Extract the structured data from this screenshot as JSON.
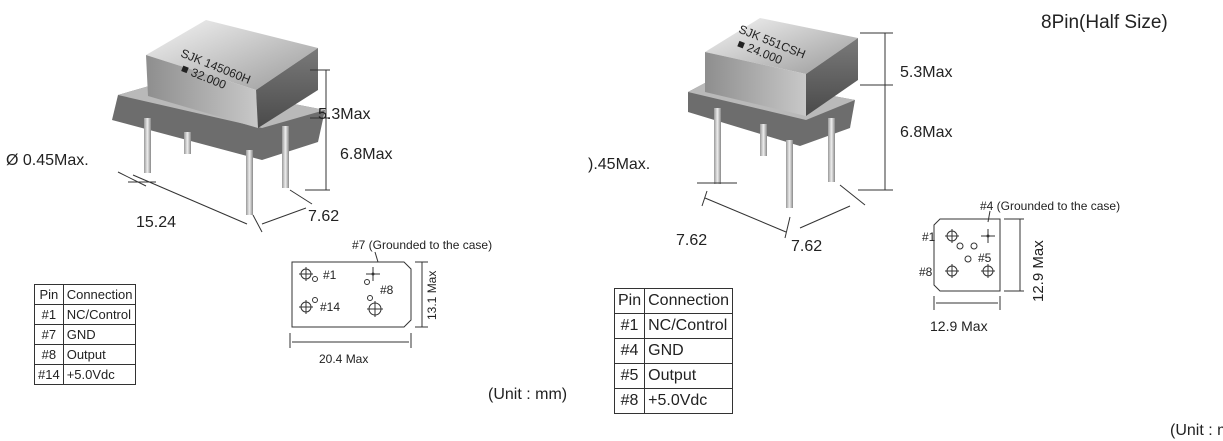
{
  "left": {
    "chip_marking": [
      "SJK 145060H",
      "32.000"
    ],
    "dims": {
      "height_top": "5.3Max",
      "height_bottom": "6.8Max",
      "pin_diameter": "Ø 0.45Max.",
      "pitch_long": "15.24",
      "pitch_short": "7.62"
    },
    "footprint": {
      "ground_note": "#7 (Grounded to the case)",
      "pin1": "#1",
      "pin8": "#8",
      "pin14": "#14",
      "width": "20.4 Max",
      "height": "13.1 Max"
    },
    "table": {
      "headers": [
        "Pin",
        "Connection"
      ],
      "rows": [
        [
          "#1",
          "NC/Control"
        ],
        [
          "#7",
          "GND"
        ],
        [
          "#8",
          "Output"
        ],
        [
          "#14",
          "+5.0Vdc"
        ]
      ]
    },
    "unit": "(Unit : mm)"
  },
  "right": {
    "title": "8Pin(Half Size)",
    "chip_marking": [
      "SJK 551CSH",
      "24.000"
    ],
    "dims": {
      "height_top": "5.3Max",
      "height_bottom": "6.8Max",
      "pin_diameter": ").45Max.",
      "pitch_a": "7.62",
      "pitch_b": "7.62"
    },
    "footprint": {
      "ground_note": "#4 (Grounded to the case)",
      "pin1": "#1",
      "pin5": "#5",
      "pin8": "#8",
      "width": "12.9 Max",
      "height": "12.9 Max"
    },
    "table": {
      "headers": [
        "Pin",
        "Connection"
      ],
      "rows": [
        [
          "#1",
          "NC/Control"
        ],
        [
          "#4",
          "GND"
        ],
        [
          "#5",
          "Output"
        ],
        [
          "#8",
          "+5.0Vdc"
        ]
      ]
    },
    "unit": "(Unit : mr"
  }
}
